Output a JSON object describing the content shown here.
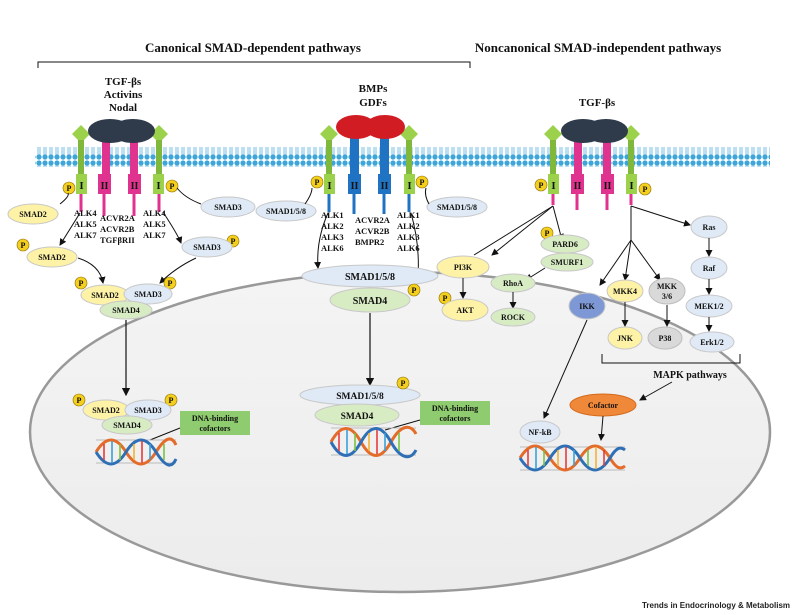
{
  "titles": {
    "canonical": "Canonical SMAD-dependent pathways",
    "noncanonical": "Noncanonical SMAD-independent pathways"
  },
  "ligands": {
    "left": [
      "TGF-βs",
      "Activins",
      "Nodal"
    ],
    "middle": [
      "BMPs",
      "GDFs"
    ],
    "right": "TGF-βs"
  },
  "receptor_labels": {
    "type1": "I",
    "type2": "II",
    "p": "P"
  },
  "left_alk_left": [
    "ALK4",
    "ALK5",
    "ALK7"
  ],
  "left_type2": [
    "ACVR2A",
    "ACVR2B",
    "TGFβRII"
  ],
  "left_alk_right": [
    "ALK4",
    "ALK5",
    "ALK7"
  ],
  "mid_alk_left": [
    "ALK1",
    "ALK2",
    "ALK3",
    "ALK6"
  ],
  "mid_type2": [
    "ACVR2A",
    "ACVR2B",
    "BMPR2"
  ],
  "mid_alk_right": [
    "ALK1",
    "ALK2",
    "ALK3",
    "ALK6"
  ],
  "smads": {
    "smad2": "SMAD2",
    "smad3": "SMAD3",
    "smad4": "SMAD4",
    "smad158": "SMAD1/5/8"
  },
  "cofactors": {
    "dna_binding": "DNA-binding cofactors",
    "cofactor": "Cofactor"
  },
  "noncanonical_nodes": {
    "pi3k": "PI3K",
    "akt": "AKT",
    "pard6": "PARD6",
    "smurf1": "SMURF1",
    "rhoa": "RhoA",
    "rock": "ROCK",
    "ikk": "IKK",
    "nfkb": "NF-kB",
    "mkk4": "MKK4",
    "mkk36": "MKK 3/6",
    "jnk": "JNK",
    "p38": "P38",
    "ras": "Ras",
    "raf": "Raf",
    "mek12": "MEK1/2",
    "erk12": "Erk1/2"
  },
  "mapk_label": "MAPK pathways",
  "footer": "Trends in Endocrinology & Metabolism",
  "colors": {
    "membrane": "#3ea5d8",
    "type1": "#9cd24b",
    "type2_pink": "#e0338f",
    "type2_blue": "#1f73c2",
    "ligand_dark": "#2f3a4b",
    "ligand_red": "#d11c24",
    "phospho": "#f5cf1d",
    "smad_light_blue": "#dfeaf6",
    "smad_green": "#d8ecc4",
    "cofactor_green": "#8fcb6f",
    "pi3k_yellow": "#fdf2a6",
    "ikk_blue": "#7e98d6",
    "cofactor_orange": "#f0883a",
    "grey_node": "#d9d9d9"
  }
}
